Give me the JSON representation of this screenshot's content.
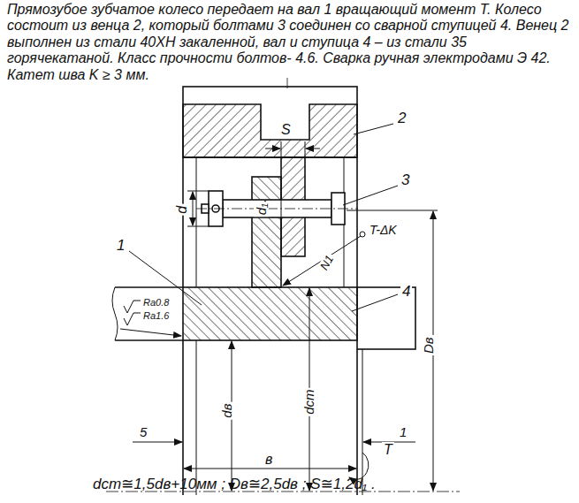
{
  "diagram": {
    "labels": [
      "Прямозубое зубчатое колесо передает на вал 1 вращающий момент T. Колесо состоит из венца 2, который болтами 3 соединен со сварной ступицей 4. Венец 2 выполнен из стали 40ХН закаленной, вал и ступица 4 – из стали 35 горячекатаной. Класс прочности болтов- 4.6. Сварка ручная электродами Э 42. Катет шва K ≥ 3 мм.",
      "2",
      "S",
      "3",
      "d",
      "d₁",
      "T-ΔK",
      "N1",
      "1",
      "4",
      "Ra0.8",
      "Ra1.6",
      "dв",
      "dст",
      "Dв",
      "T",
      "5",
      "1",
      "в",
      "dст≅1,5dв+10мм ;   Dв≅2,5dв ;   S≅1,2d₁ ."
    ]
  }
}
